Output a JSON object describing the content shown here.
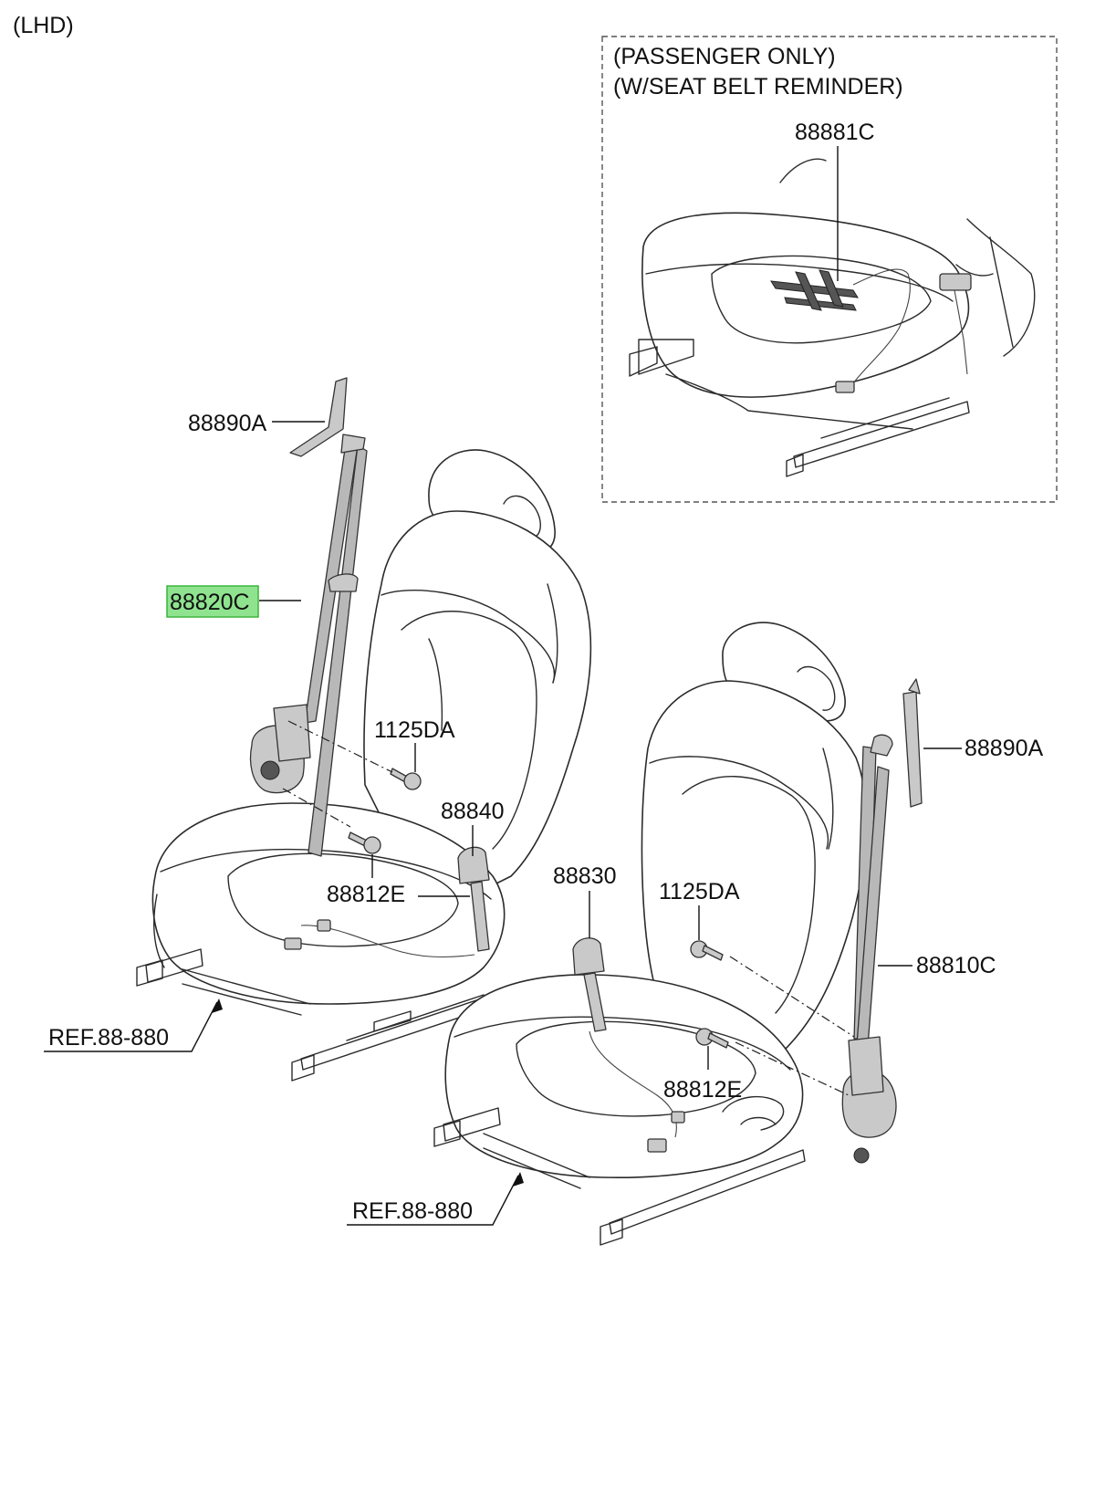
{
  "variant_label": "(LHD)",
  "inset": {
    "title_line1": "(PASSENGER ONLY)",
    "title_line2": "(W/SEAT BELT REMINDER)",
    "part": "88881C"
  },
  "callouts": {
    "anchor_left": "88890A",
    "belt_left": "88820C",
    "bolt_upper_left": "1125DA",
    "buckle_left": "88840",
    "bolt_lower_left": "88812E",
    "ref_left": "REF.88-880",
    "buckle_right": "88830",
    "bolt_upper_right": "1125DA",
    "anchor_right": "88890A",
    "belt_right": "88810C",
    "bolt_lower_right": "88812E",
    "ref_right": "REF.88-880"
  },
  "highlighted_part": "88820C",
  "colors": {
    "highlight_fill": "#8fe38f",
    "highlight_border": "#3cb43c",
    "belt_gray": "#b8b8b8"
  }
}
